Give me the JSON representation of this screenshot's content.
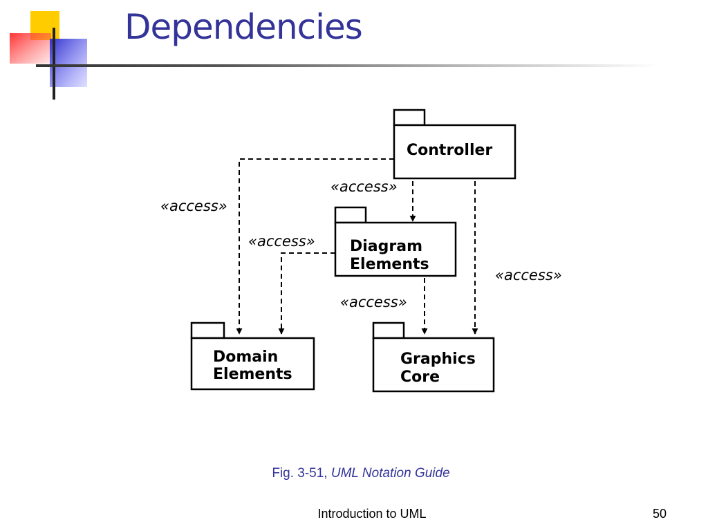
{
  "slide": {
    "title": "Dependencies",
    "caption_prefix": "Fig. 3-51, ",
    "caption_source": "UML Notation Guide",
    "footer": "Introduction to UML",
    "page_number": "50"
  },
  "packages": {
    "controller": {
      "lines": [
        "Controller"
      ]
    },
    "diagram_elements": {
      "lines": [
        "Diagram",
        "Elements"
      ]
    },
    "domain_elements": {
      "lines": [
        "Domain",
        "Elements"
      ]
    },
    "graphics_core": {
      "lines": [
        "Graphics",
        "Core"
      ]
    }
  },
  "dependencies": {
    "controller_to_domain": "«access»",
    "controller_to_diagram": "«access»",
    "diagram_to_domain": "«access»",
    "diagram_to_graphics": "«access»",
    "controller_to_graphics": "«access»"
  },
  "colors": {
    "title": "#333399",
    "caption": "#333399",
    "logo_yellow": "#ffcc00",
    "logo_red": "#ff3333",
    "logo_blue": "#3333cc"
  },
  "icons": {
    "logo": "cross-squares-logo"
  }
}
